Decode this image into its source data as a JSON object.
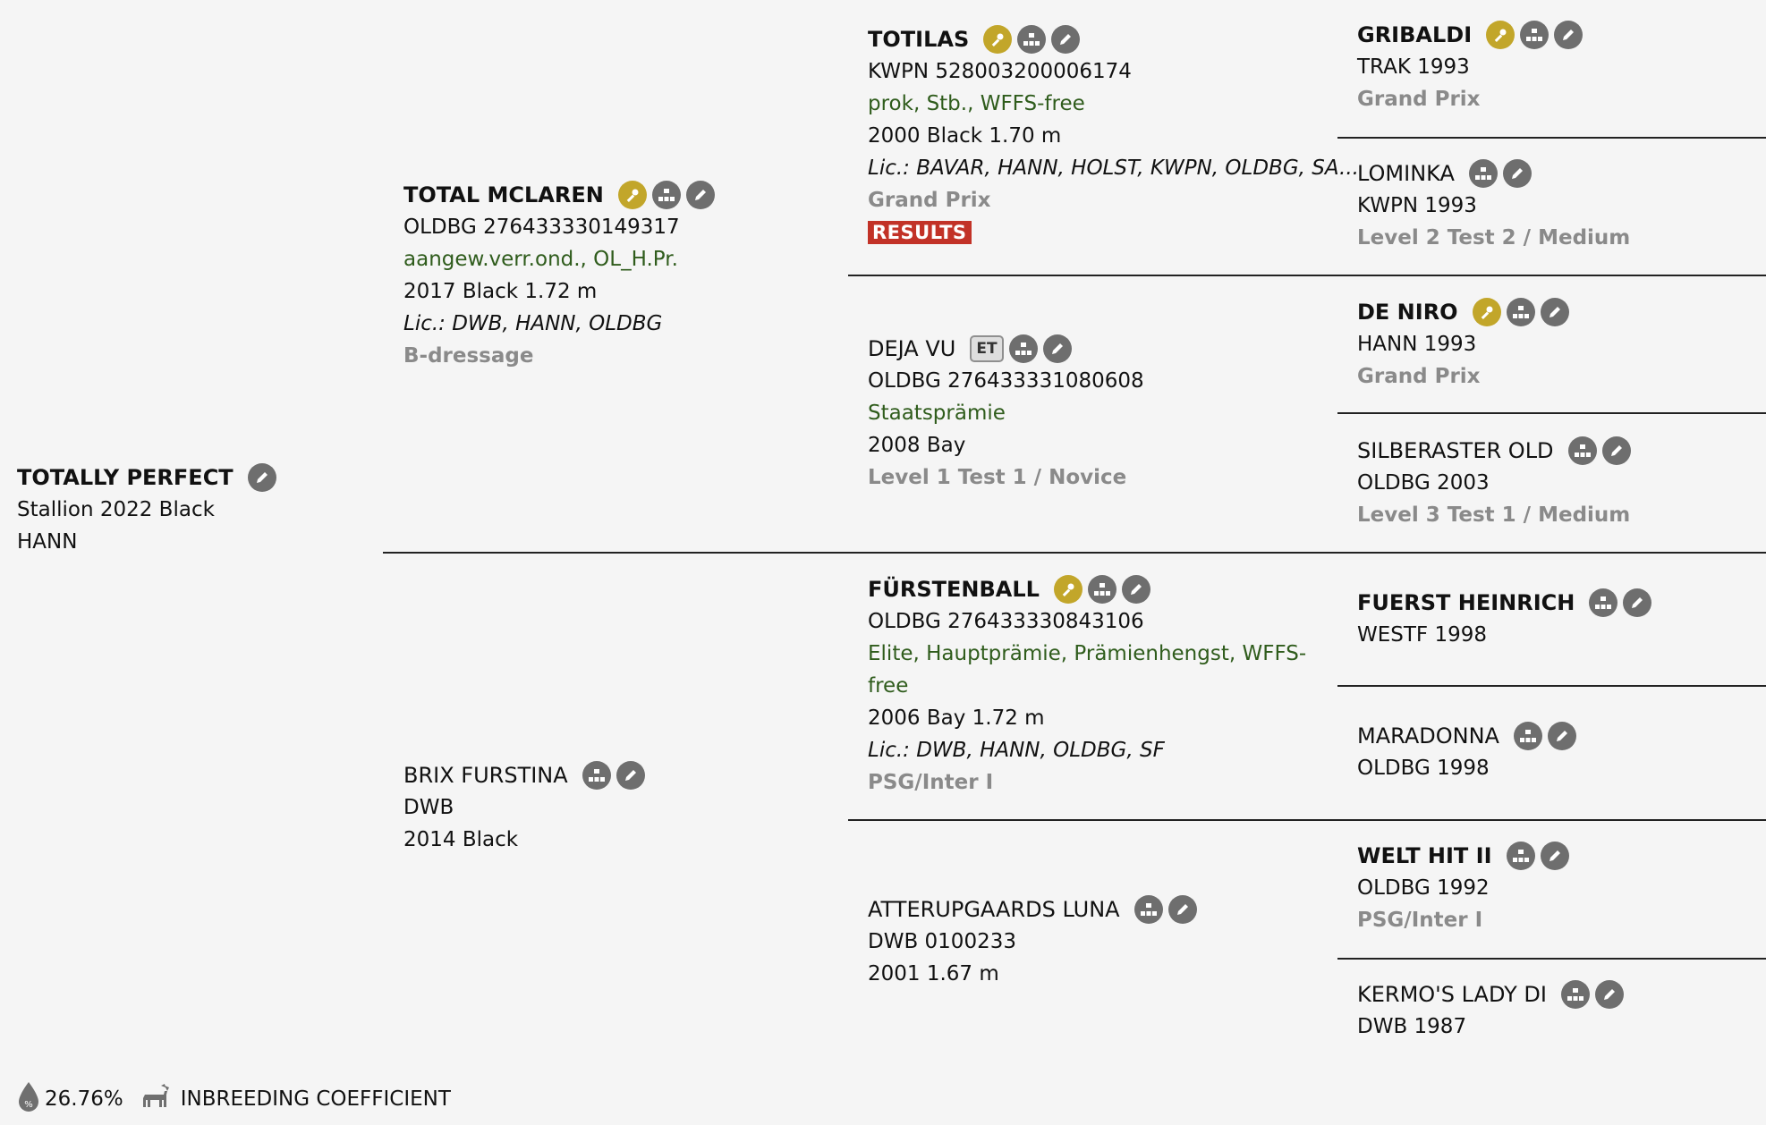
{
  "subject": {
    "name": "TOTALLY PERFECT",
    "line1": "Stallion 2022 Black",
    "line2": "HANN"
  },
  "sire": {
    "name": "TOTAL MCLAREN",
    "reg": "OLDBG 276433330149317",
    "titles": "aangew.verr.ond., OL_H.Pr.",
    "info": "2017 Black 1.72 m",
    "lic": "Lic.: DWB, HANN, OLDBG",
    "level": "B-dressage"
  },
  "dam": {
    "name": "BRIX FURSTINA",
    "reg": "DWB",
    "info": "2014 Black"
  },
  "ss": {
    "name": "TOTILAS",
    "reg": "KWPN 528003200006174",
    "titles": "prok, Stb., WFFS-free",
    "info": "2000 Black 1.70 m",
    "lic": "Lic.: BAVAR, HANN, HOLST, KWPN, OLDBG, SA...",
    "level": "Grand Prix",
    "badge": "RESULTS"
  },
  "sd": {
    "name": "DEJA VU",
    "et": "ET",
    "reg": "OLDBG 276433331080608",
    "titles": "Staatsprämie",
    "info": "2008 Bay",
    "level": "Level 1 Test 1 / Novice"
  },
  "ds": {
    "name": "FÜRSTENBALL",
    "reg": "OLDBG 276433330843106",
    "titles_1": "Elite, Hauptprämie, Prämienhengst, WFFS-",
    "titles_2": "free",
    "info": "2006 Bay 1.72 m",
    "lic": "Lic.: DWB, HANN, OLDBG, SF",
    "level": "PSG/Inter I"
  },
  "dd": {
    "name": "ATTERUPGAARDS LUNA",
    "reg": "DWB 0100233",
    "info": "2001 1.67 m"
  },
  "sss": {
    "name": "GRIBALDI",
    "reg": "TRAK 1993",
    "level": "Grand Prix"
  },
  "ssd": {
    "name": "LOMINKA",
    "reg": "KWPN 1993",
    "level": "Level 2 Test 2 / Medium"
  },
  "sds": {
    "name": "DE NIRO",
    "reg": "HANN 1993",
    "level": "Grand Prix"
  },
  "sdd": {
    "name": "SILBERASTER OLD",
    "reg": "OLDBG 2003",
    "level": "Level 3 Test 1 / Medium"
  },
  "dss": {
    "name": "FUERST HEINRICH",
    "reg": "WESTF 1998"
  },
  "dsd": {
    "name": "MARADONNA",
    "reg": "OLDBG 1998"
  },
  "dds": {
    "name": "WELT HIT II",
    "reg": "OLDBG 1992",
    "level": "PSG/Inter I"
  },
  "ddd": {
    "name": "KERMO'S LADY DI",
    "reg": "DWB 1987"
  },
  "footer": {
    "percent": "26.76%",
    "label": "INBREEDING COEFFICIENT"
  }
}
